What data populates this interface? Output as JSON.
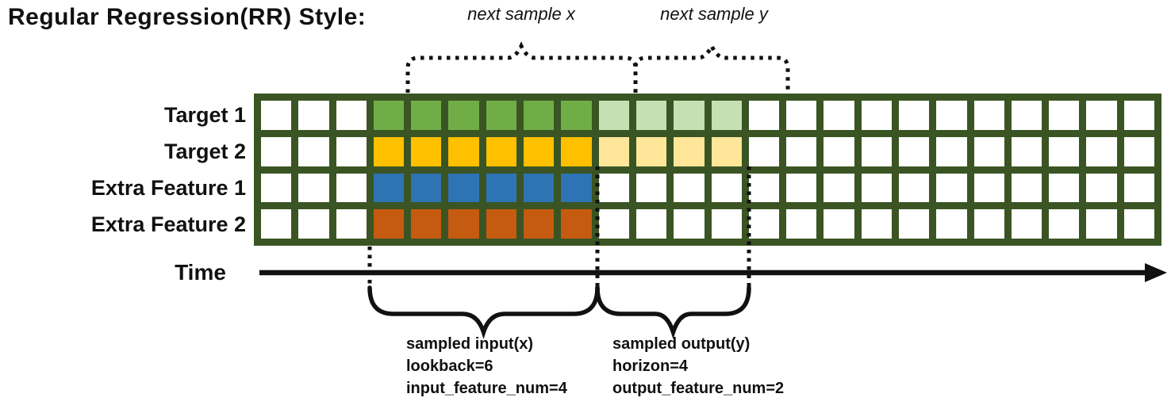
{
  "title": "Regular Regression(RR) Style:",
  "annotations": {
    "next_sample_x": "next sample x",
    "next_sample_y": "next sample y",
    "time_label": "Time"
  },
  "grid": {
    "columns": 24,
    "input_start_col": 3,
    "lookback": 6,
    "horizon": 4,
    "border_color": "#3A5523",
    "cell_color": "#FFFFFF",
    "rows": [
      {
        "label": "Target 1",
        "input_color": "#70AD47",
        "output_color": "#C6E0B4"
      },
      {
        "label": "Target 2",
        "input_color": "#FFC000",
        "output_color": "#FFE699"
      },
      {
        "label": "Extra Feature 1",
        "input_color": "#2E74B5",
        "output_color": null
      },
      {
        "label": "Extra Feature 2",
        "input_color": "#C55A11",
        "output_color": null
      }
    ]
  },
  "sampled_input": {
    "lines": [
      "sampled input(x)",
      "lookback=6",
      "input_feature_num=4"
    ]
  },
  "sampled_output": {
    "lines": [
      "sampled output(y)",
      "horizon=4",
      "output_feature_num=2"
    ]
  }
}
